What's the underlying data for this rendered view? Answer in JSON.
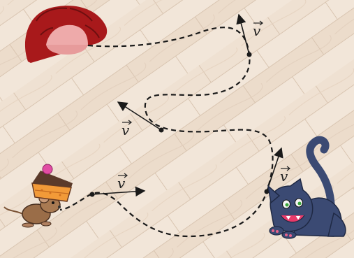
{
  "vectors": [
    {
      "id": "v-mouse",
      "label": "v"
    },
    {
      "id": "v-cat",
      "label": "v"
    },
    {
      "id": "v-middle",
      "label": "v"
    },
    {
      "id": "v-top",
      "label": "v"
    }
  ],
  "colors": {
    "floor_light": "#f2e6d9",
    "floor_dark": "#e2cfbd",
    "path": "#1a1a1a",
    "cat_fur": "#3b4a73",
    "hole_red": "#b01c1c",
    "hole_pink": "#e9a9a9",
    "mouse_fur": "#9a6d48",
    "cake_sponge": "#f29a38",
    "cake_icing": "#5a3a2a",
    "cherry": "#e14da4"
  },
  "icons": [
    "mouse-hole",
    "mouse-with-cake",
    "cat"
  ]
}
